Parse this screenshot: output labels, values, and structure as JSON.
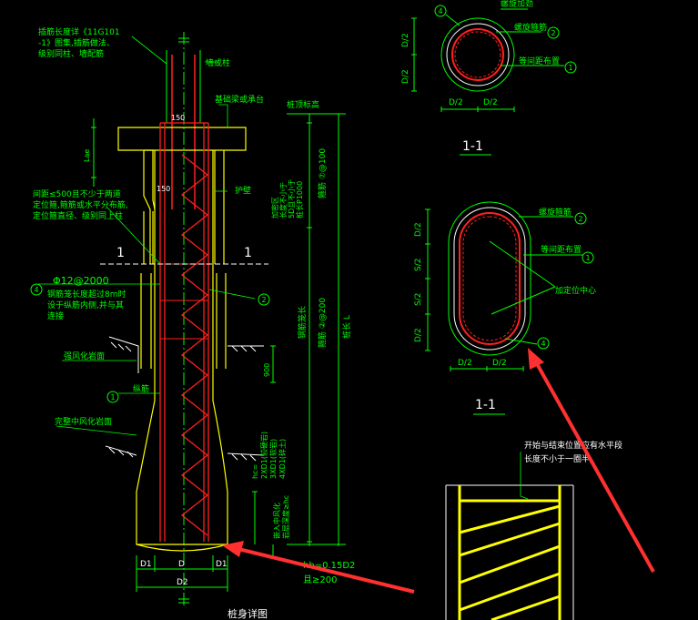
{
  "colors": {
    "background": "#000000",
    "green": "#00ff00",
    "yellow": "#ffff00",
    "red": "#ff2020",
    "white": "#ffffff",
    "arrow": "#ff3030",
    "cyan": "#00ffff"
  },
  "main_detail": {
    "title": "桩身详图",
    "note_lap_length": [
      "插筋长度详《11G101",
      "-1》图集,插筋做法、",
      "级别同柱、墙配筋"
    ],
    "label_column": "墙或柱",
    "label_cap": "基础梁或承台",
    "label_pile_top": "桩顶标高",
    "dim_150_top": "150",
    "dim_150_mid": "150",
    "dim_lae": "Lae",
    "note_spacing": [
      "间距≤500且不少于两道",
      "定位箍,箍筋或水平分布筋,",
      "定位箍直径、级别同上柱"
    ],
    "label_retaining_wall": "护壁",
    "section_left": "1",
    "section_right": "1",
    "marker_4": "4",
    "steel_spec": "Φ12@2000",
    "note_ring": [
      "钢筋笼长度超过8m时",
      "设于纵筋内侧,并与其",
      "连接"
    ],
    "marker_2": "2",
    "label_strong_weathered": "强风化岩面",
    "dim_900": "900",
    "marker_1": "1",
    "label_longitudinal": "纵筋",
    "label_moderate_weathered": "完整中风化岩面",
    "label_stirrup_dense": "箍筋 ⑦@100",
    "label_encrypt_area": [
      "加密区",
      "长度不小于",
      "5D且不小于",
      "桩长P1000"
    ],
    "label_stirrup_normal": "箍筋 ②@200",
    "label_cage_length": "钢筋笼长",
    "label_pile_length": "桩长 L",
    "hc_note": [
      "hc=",
      "2XD1(较硬岩)",
      "3XD1(软岩)",
      "4XD1(碎土)"
    ],
    "embed_note": [
      "嵌入中风化",
      "岩层深度≥hc"
    ],
    "dim_bottom": "hb=0.15D2",
    "dim_bottom2": "且≥200",
    "dim_d1_left": "D1",
    "dim_d": "D",
    "dim_d1_right": "D1",
    "dim_d2": "D2"
  },
  "section_circle": {
    "label_section": "1-1",
    "marker_4": "4",
    "marker_2": "2",
    "marker_1": "1",
    "label_spiral": "螺旋箍筋",
    "label_equal": "等间距布置",
    "label_top": "螺旋加劲",
    "dim_d2_a": "D/2",
    "dim_d2_b": "D/2",
    "dim_bottom_left": "D/2",
    "dim_bottom_right": "D/2"
  },
  "section_oblong": {
    "label_section": "1-1",
    "label_spiral": "螺旋箍筋",
    "label_equal": "等间距布置",
    "label_center": "加定位中心",
    "marker_2": "2",
    "marker_1": "1",
    "marker_4": "4",
    "dim_left": [
      "D/2",
      "S/2",
      "S/2",
      "D/2"
    ],
    "dim_bottom_left": "D/2",
    "dim_bottom_right": "D/2"
  },
  "spiral_detail": {
    "note": [
      "开始与结束位置应有水平段",
      "长度不小于一圈半"
    ]
  }
}
